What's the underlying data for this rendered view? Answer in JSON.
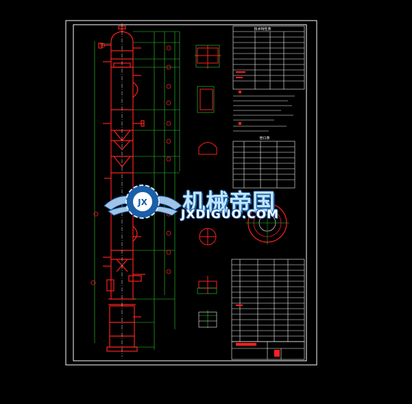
{
  "watermark": {
    "cn_text": "机械帝国",
    "en_text": "JXDIGUO.COM",
    "badge_text": "JX"
  },
  "drawing": {
    "table_top_title": "技术特性表",
    "table_mid_title": "管口表"
  },
  "colors": {
    "background": "#000000",
    "frame": "#ffffff",
    "vessel_red": "#ff2020",
    "dim_green": "#2fd82f",
    "watermark_blue": "#1b5fa8",
    "watermark_light": "#bfe6ff"
  }
}
